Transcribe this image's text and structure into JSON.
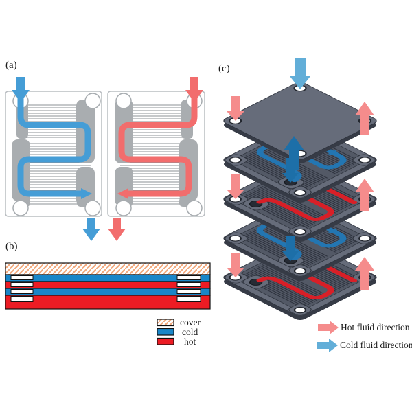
{
  "figure": {
    "panel_a": {
      "label": "(a)"
    },
    "panel_b": {
      "label": "(b)",
      "legend": [
        {
          "swatch": "hatch-swatch",
          "label": "cover"
        },
        {
          "swatch": "cold-swatch",
          "label": "cold"
        },
        {
          "swatch": "hot-swatch",
          "label": "hot"
        }
      ]
    },
    "panel_c": {
      "label": "(c)",
      "legend": [
        {
          "icon": "right-arrow-hot",
          "label": "Hot fluid direction"
        },
        {
          "icon": "right-arrow-cold",
          "label": "Cold fluid direction"
        }
      ]
    }
  },
  "colors": {
    "cold": "#1a86c8",
    "hot": "#ec1c24",
    "cold_path": "#459dd6",
    "hot_path": "#f26d6d",
    "cold_arrow": "#62aed8",
    "hot_arrow": "#f58c8c",
    "cold_dark": "#1d6fa8",
    "cold_3d": "#2376b2",
    "hot_3d": "#d81f27",
    "cover_hatch": "#f2a87c"
  }
}
